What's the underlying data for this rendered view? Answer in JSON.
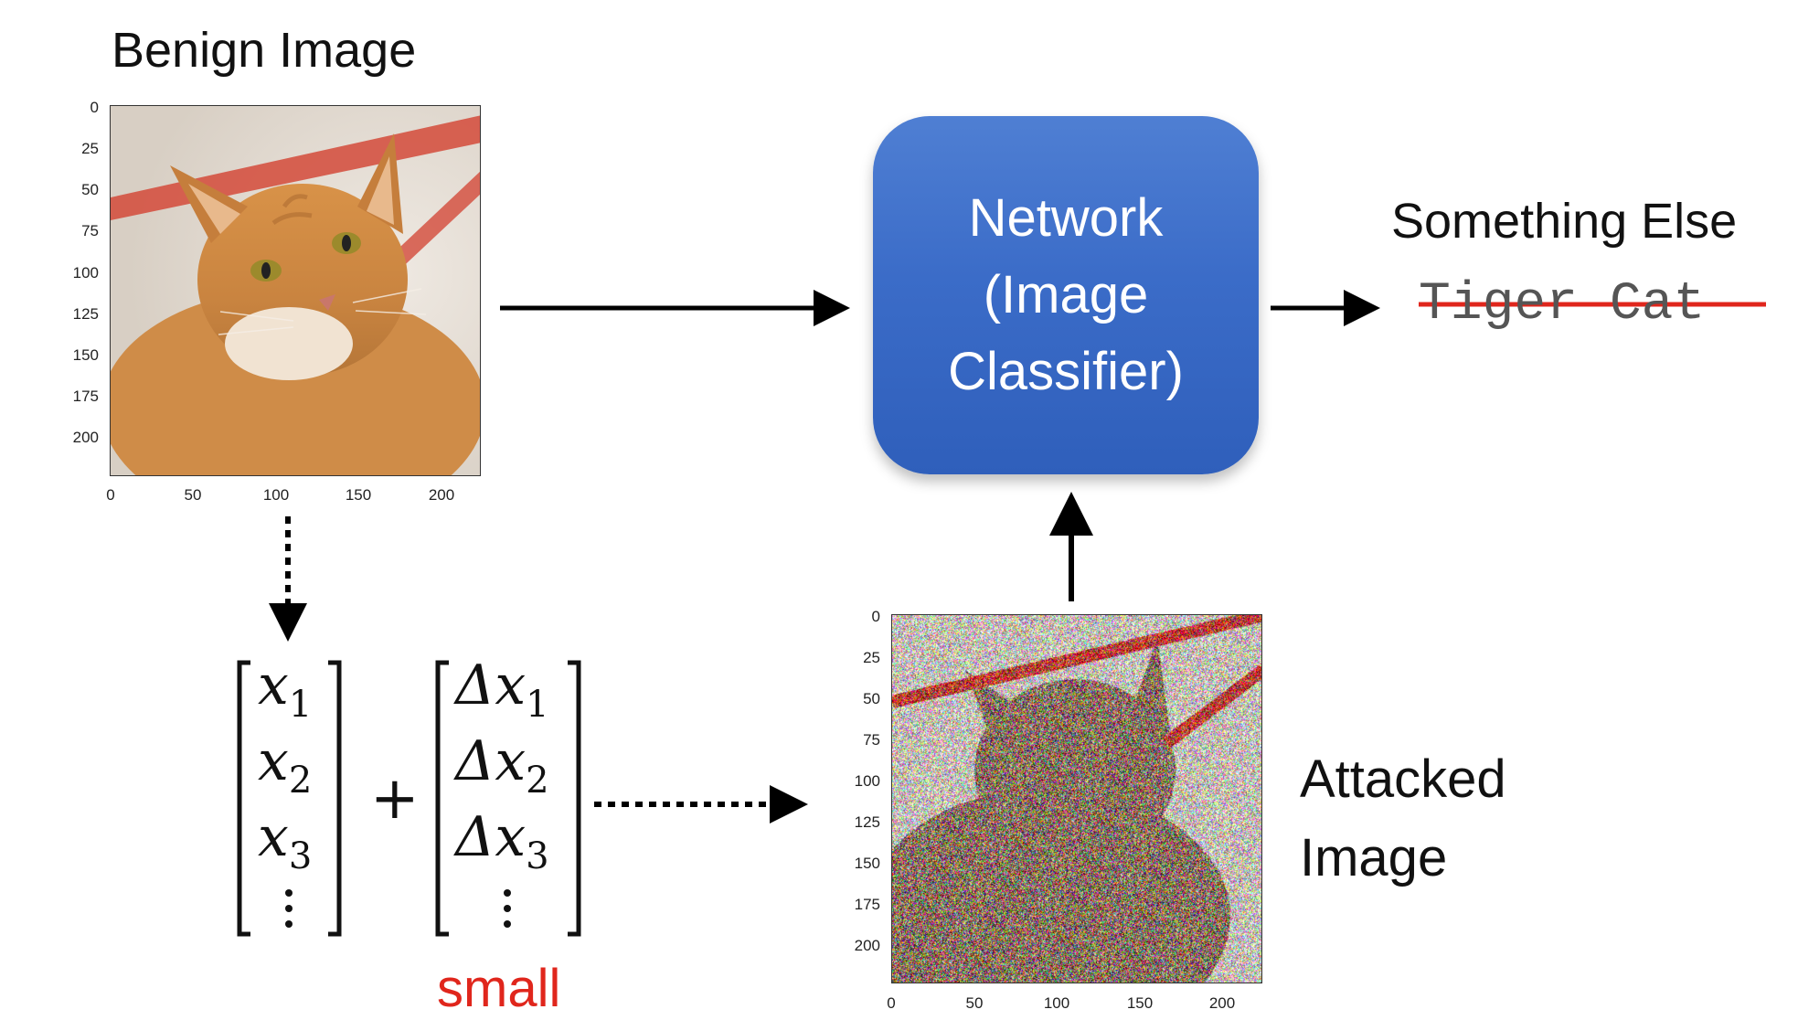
{
  "benign": {
    "title": "Benign Image",
    "y_ticks": [
      "0",
      "25",
      "50",
      "75",
      "100",
      "125",
      "150",
      "175",
      "200"
    ],
    "x_ticks": [
      "0",
      "50",
      "100",
      "150",
      "200"
    ]
  },
  "attacked": {
    "label": "Attacked\nImage",
    "y_ticks": [
      "0",
      "25",
      "50",
      "75",
      "100",
      "125",
      "150",
      "175",
      "200"
    ],
    "x_ticks": [
      "0",
      "50",
      "100",
      "150",
      "200"
    ]
  },
  "network": {
    "label": "Network\n(Image\nClassifier)"
  },
  "output": {
    "new_label": "Something Else",
    "struck_label": "Tiger Cat"
  },
  "vector_x": [
    "x",
    "x",
    "x"
  ],
  "vector_x_subs": [
    "1",
    "2",
    "3"
  ],
  "vector_dx": [
    "Δx",
    "Δx",
    "Δx"
  ],
  "vector_dx_subs": [
    "1",
    "2",
    "3"
  ],
  "plus": "+",
  "small_label": "small",
  "colors": {
    "network_box": "#3b6cc8",
    "strike": "#e0261c",
    "small_text": "#e0261c"
  },
  "icons": [
    "cat-photo",
    "noisy-cat-photo",
    "solid-arrow",
    "dotted-arrow",
    "vertical-ellipsis"
  ]
}
